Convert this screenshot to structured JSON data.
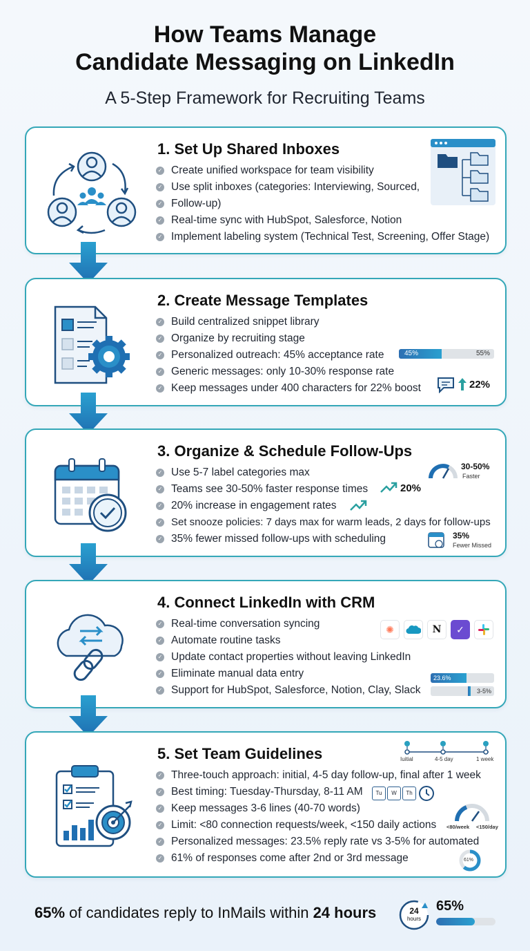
{
  "header": {
    "title_line1": "How Teams Manage",
    "title_line2": "Candidate Messaging on LinkedIn",
    "subtitle": "A 5-Step Framework for Recruiting Teams"
  },
  "colors": {
    "accent": "#34a7b8",
    "bar_fill": "#2a8fc8",
    "navy": "#1f4f80",
    "gray_bar": "#dfe3e7"
  },
  "steps": [
    {
      "title": "1. Set Up Shared Inboxes",
      "icon": "team-sync-icon",
      "bullets": [
        "Create unified workspace for team visibility",
        "Use split inboxes (categories: Interviewing, Sourced,",
        "Follow-up)",
        "Real-time sync with HubSpot, Salesforce, Notion",
        "Implement labeling system (Technical Test, Screening, Offer Stage)"
      ]
    },
    {
      "title": "2. Create Message Templates",
      "icon": "document-gear-icon",
      "bullets": [
        "Build centralized snippet library",
        "Organize by recruiting stage",
        "Personalized outreach: 45% acceptance rate",
        "Generic messages: only 10-30% response rate",
        "Keep messages under 400 characters for 22% boost"
      ],
      "bar": {
        "left_label": "45%",
        "right_label": "55%",
        "value": 0.45
      },
      "boost": "22%"
    },
    {
      "title": "3. Organize & Schedule Follow-Ups",
      "icon": "calendar-clock-icon",
      "bullets": [
        "Use 5-7 label categories max",
        "Teams see 30-50% faster response times",
        "20% increase in engagement rates",
        "Set snooze policies: 7 days max for warm leads, 2 days for follow-ups",
        "35% fewer missed follow-ups with scheduling"
      ],
      "gauge_value": "30-50%",
      "gauge_label": "Faster",
      "trend_value": "20%",
      "missed_value": "35%",
      "missed_label": "Fewer Missed"
    },
    {
      "title": "4. Connect LinkedIn with CRM",
      "icon": "cloud-link-icon",
      "bullets": [
        "Real-time conversation syncing",
        "Automate routine tasks",
        "Update contact properties without leaving LinkedIn",
        "Eliminate manual data entry",
        "Support for HubSpot, Salesforce, Notion, Clay, Slack"
      ],
      "logos": [
        "hubspot-icon",
        "salesforce-icon",
        "notion-icon",
        "clay-icon",
        "slack-icon"
      ],
      "notion_letter": "N",
      "bar1": {
        "label": "23.6%",
        "value": 0.236
      },
      "bar2": {
        "label": "3-5%",
        "value": 0.04
      }
    },
    {
      "title": "5. Set Team Guidelines",
      "icon": "clipboard-target-icon",
      "bullets": [
        "Three-touch approach: initial, 4-5 day follow-up, final after 1 week",
        "Best timing: Tuesday-Thursday, 8-11 AM",
        "Keep messages 3-6 lines (40-70 words)",
        "Limit: <80 connection requests/week, <150 daily actions",
        "Personalized messages: 23.5% reply rate vs 3-5% for automated",
        "61% of responses come after 2nd or 3rd message"
      ],
      "timeline": [
        "Iuitial",
        "4-5 day",
        "1 week"
      ],
      "days": [
        "Tu",
        "W",
        "Th"
      ],
      "limit_left": "<80/week",
      "limit_right": "<150/day",
      "donut_label": "61%"
    }
  ],
  "footer": {
    "pct": "65%",
    "text": " of candidates reply to InMails within ",
    "time": "24 hours",
    "badge_top": "24",
    "badge_bottom": "hours",
    "stat": "65%",
    "stat_value": 0.65
  }
}
